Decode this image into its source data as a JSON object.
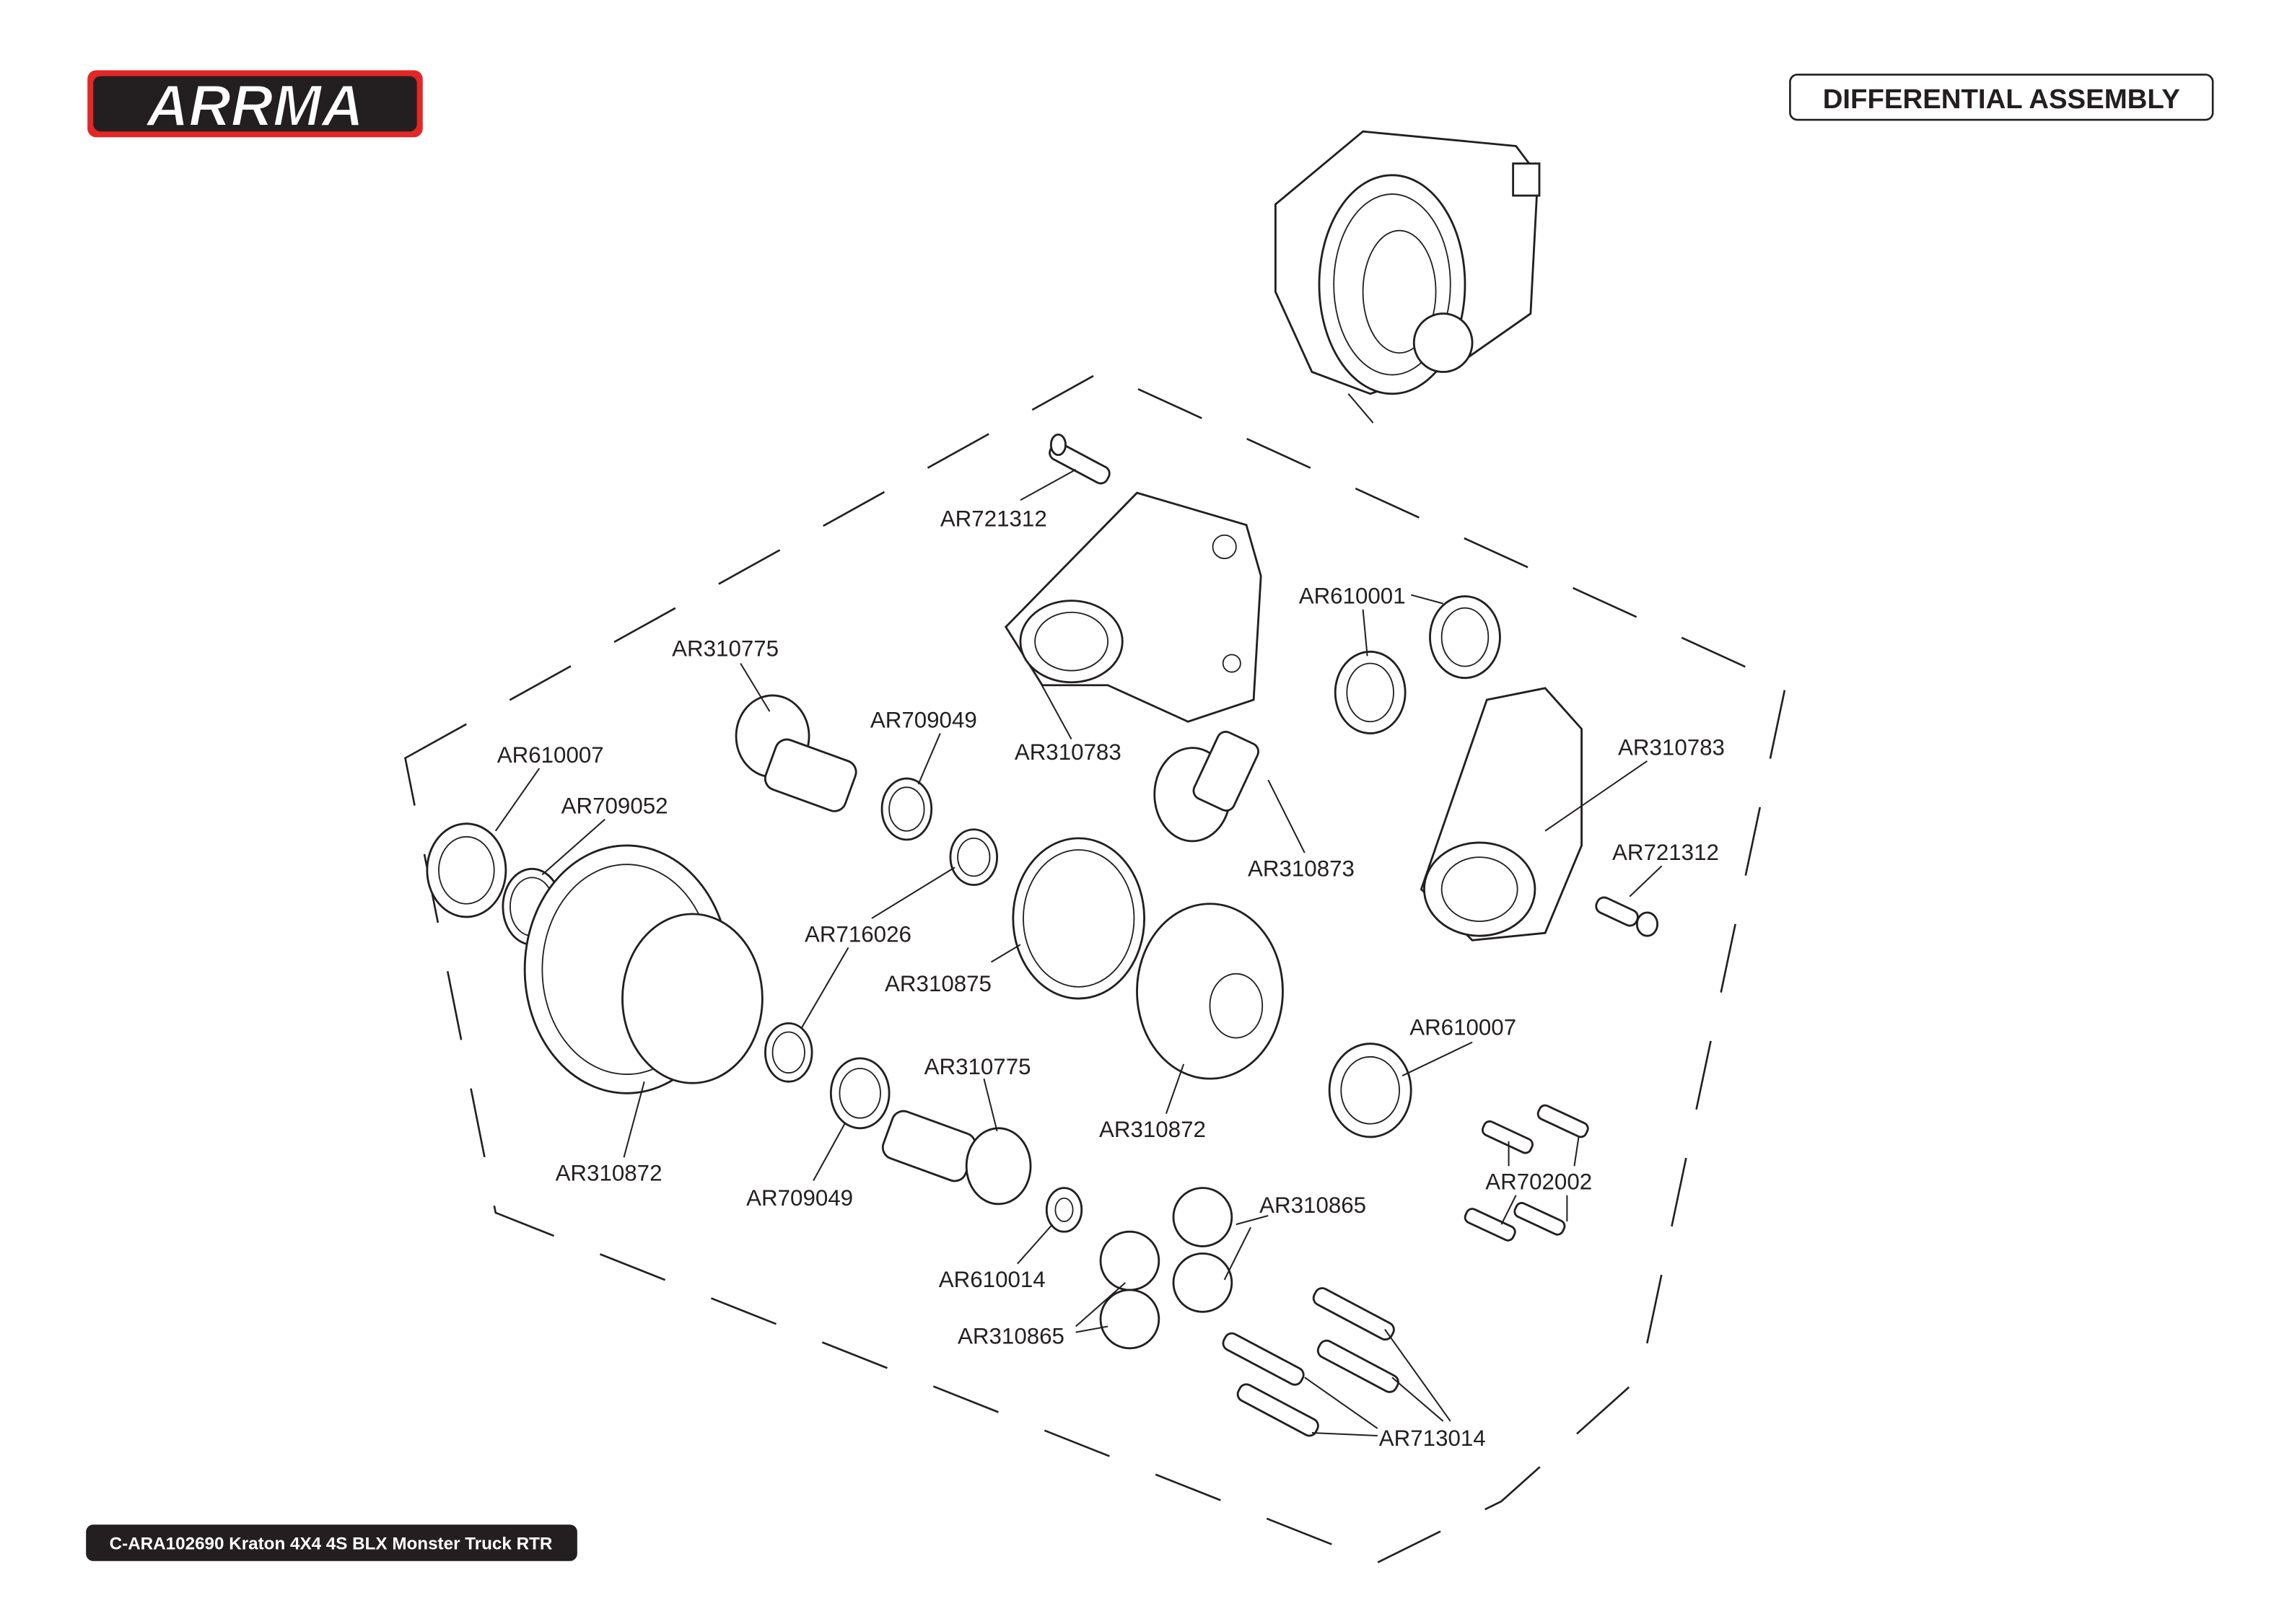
{
  "header": {
    "logo_text": "ARRMA",
    "section_title": "DIFFERENTIAL ASSEMBLY"
  },
  "footer": {
    "model": "C-ARA102690 Kraton 4X4 4S BLX Monster Truck RTR"
  },
  "colors": {
    "brand_red": "#e32726",
    "ink": "#231f20"
  },
  "parts": {
    "pin_top": "AR721312",
    "bearing_top": "AR610001",
    "pinion_left_top": "AR310775",
    "shim_top": "AR709049",
    "case_left": "AR310783",
    "bearing_left": "AR610007",
    "shim_left": "AR709052",
    "washer": "AR716026",
    "pinion_gear": "AR310873",
    "case_right": "AR310783",
    "screw_right": "AR721312",
    "gasket": "AR310875",
    "bearing_right": "AR610007",
    "pinion_lower": "AR310775",
    "diff_case_right": "AR310872",
    "diff_case_left": "AR310872",
    "shim_lower": "AR709049",
    "screws": "AR702002",
    "spider_gears_top": "AR310865",
    "bearing_small": "AR610014",
    "spider_gears_bottom": "AR310865",
    "cross_pins": "AR713014"
  }
}
